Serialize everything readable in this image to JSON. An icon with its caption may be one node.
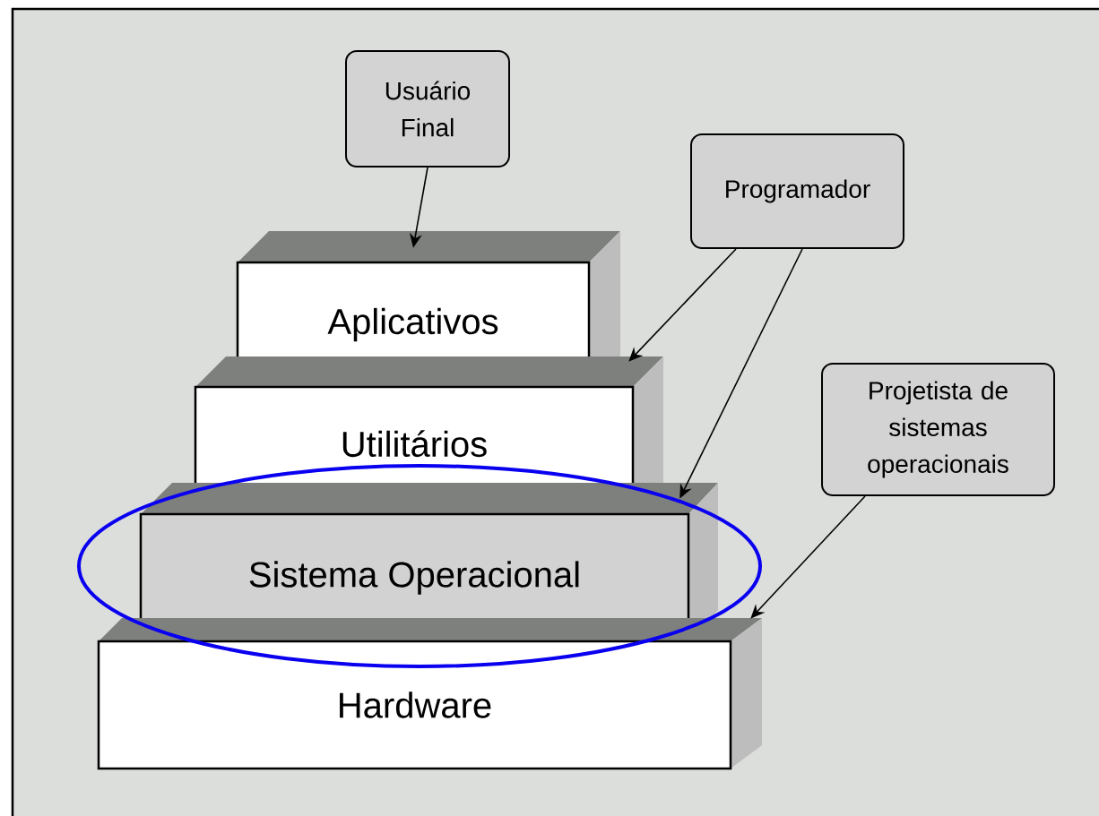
{
  "diagram": {
    "nodes": [
      {
        "text": [
          "Usuário Final"
        ]
      },
      {
        "text": [
          "Programador"
        ]
      },
      {
        "text": [
          "Projetista de sistemas operacionais"
        ]
      },
      {
        "text": [
          "Aplicativos"
        ]
      },
      {
        "text": [
          "Utilitários"
        ]
      },
      {
        "text": [
          "Sistema Operacional"
        ]
      },
      {
        "text": [
          "Hardware"
        ]
      }
    ],
    "edges": [
      {
        "from": 0,
        "to": 3,
        "arrow": "to"
      },
      {
        "from": 1,
        "to": 4,
        "arrow": "to"
      },
      {
        "from": 1,
        "to": 5,
        "arrow": "to"
      },
      {
        "from": 2,
        "to": 6,
        "arrow": "to"
      }
    ]
  }
}
